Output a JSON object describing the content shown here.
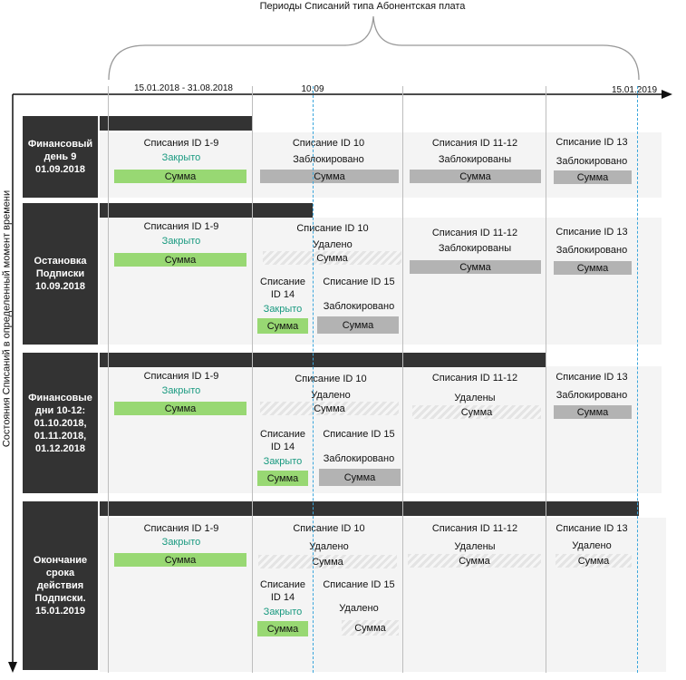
{
  "header": {
    "title": "Периоды Списаний типа Абонентская плата"
  },
  "axis": {
    "y_label": "Состояния Списаний в определенный момент времени",
    "date_range": "15.01.2018 - 31.08.2018",
    "date_mid": "10.09",
    "date_end": "15.01.2019"
  },
  "rows": [
    {
      "label": "Финансовый день 9 01.09.2018",
      "c1": {
        "title": "Списания ID 1-9",
        "status": "Закрыто",
        "sum": "Сумма"
      },
      "c2": {
        "title": "Списание ID 10",
        "status": "Заблокировано",
        "sum": "Сумма"
      },
      "c3": {
        "title": "Списания ID 11-12",
        "status": "Заблокированы",
        "sum": "Сумма"
      },
      "c4": {
        "title": "Списание ID 13",
        "status": "Заблокировано",
        "sum": "Сумма"
      }
    },
    {
      "label": "Остановка Подписки 10.09.2018",
      "c1": {
        "title": "Списания ID 1-9",
        "status": "Закрыто",
        "sum": "Сумма"
      },
      "c2": {
        "title": "Списание ID 10",
        "status": "Удалено",
        "sum": "Сумма"
      },
      "c2a": {
        "title_l1": "Списание",
        "title_l2": "ID 14",
        "status": "Закрыто",
        "sum": "Сумма"
      },
      "c2b": {
        "title": "Списание ID 15",
        "status": "Заблокировано",
        "sum": "Сумма"
      },
      "c3": {
        "title": "Списания ID 11-12",
        "status": "Заблокированы",
        "sum": "Сумма"
      },
      "c4": {
        "title": "Списание ID 13",
        "status": "Заблокировано",
        "sum": "Сумма"
      }
    },
    {
      "label": "Финансовые дни 10-12: 01.10.2018, 01.11.2018, 01.12.2018",
      "c1": {
        "title": "Списания ID 1-9",
        "status": "Закрыто",
        "sum": "Сумма"
      },
      "c2": {
        "title": "Списание ID 10",
        "status": "Удалено",
        "sum": "Сумма"
      },
      "c2a": {
        "title_l1": "Списание",
        "title_l2": "ID 14",
        "status": "Закрыто",
        "sum": "Сумма"
      },
      "c2b": {
        "title": "Списание ID 15",
        "status": "Заблокировано",
        "sum": "Сумма"
      },
      "c3": {
        "title": "Списания ID 11-12",
        "status": "Удалены",
        "sum": "Сумма"
      },
      "c4": {
        "title": "Списание ID 13",
        "status": "Заблокировано",
        "sum": "Сумма"
      }
    },
    {
      "label": "Окончание срока действия Подписки. 15.01.2019",
      "c1": {
        "title": "Списания ID 1-9",
        "status": "Закрыто",
        "sum": "Сумма"
      },
      "c2": {
        "title": "Списание ID 10",
        "status": "Удалено",
        "sum": "Сумма"
      },
      "c2a": {
        "title_l1": "Списание",
        "title_l2": "ID 14",
        "status": "Закрыто",
        "sum": "Сумма"
      },
      "c2b": {
        "title": "Списание ID 15",
        "status": "Удалено",
        "sum": "Сумма"
      },
      "c3": {
        "title": "Списания ID 11-12",
        "status": "Удалены",
        "sum": "Сумма"
      },
      "c4": {
        "title": "Списание ID 13",
        "status": "Удалено",
        "sum": "Сумма"
      }
    }
  ]
}
